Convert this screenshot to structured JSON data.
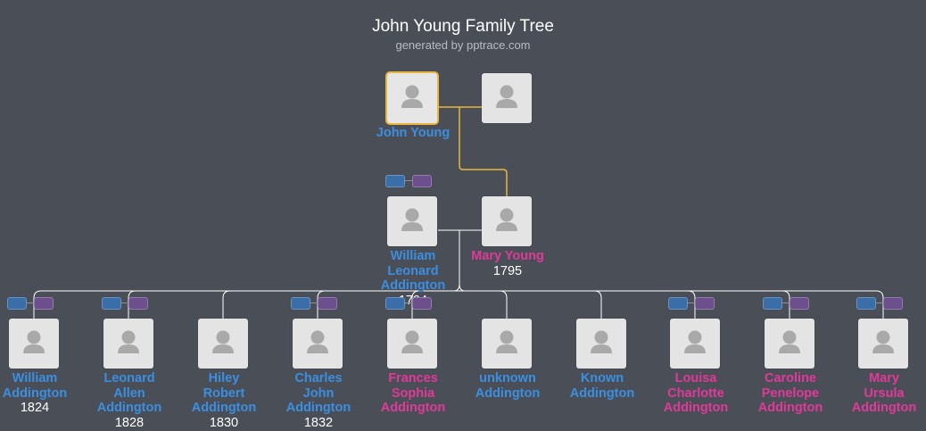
{
  "header": {
    "title": "John Young Family Tree",
    "subtitle": "generated by pptrace.com"
  },
  "colors": {
    "background": "#4a4f57",
    "male": "#3b8ee0",
    "female": "#e0399a",
    "highlight_line": "#e8b53f",
    "line": "#ffffff"
  },
  "people": [
    {
      "id": "john-young",
      "name": "John Young",
      "gender": "male",
      "year": "",
      "generation": 0,
      "selected": true,
      "badges": false
    },
    {
      "id": "john-young-spouse",
      "name": "",
      "gender": "unknown",
      "year": "",
      "generation": 0,
      "selected": false,
      "badges": false
    },
    {
      "id": "william-leonard-addington",
      "name": "William\nLeonard\nAddington",
      "gender": "male",
      "year": "1794",
      "generation": 1,
      "selected": false,
      "badges": true
    },
    {
      "id": "mary-young",
      "name": "Mary Young",
      "gender": "female",
      "year": "1795",
      "generation": 1,
      "selected": false,
      "badges": false
    },
    {
      "id": "william-addington",
      "name": "William\nAddington",
      "gender": "male",
      "year": "1824",
      "generation": 2,
      "selected": false,
      "badges": true
    },
    {
      "id": "leonard-allen-addington",
      "name": "Leonard\nAllen\nAddington",
      "gender": "male",
      "year": "1828",
      "generation": 2,
      "selected": false,
      "badges": true
    },
    {
      "id": "hiley-robert-addington",
      "name": "Hiley\nRobert\nAddington",
      "gender": "male",
      "year": "1830",
      "generation": 2,
      "selected": false,
      "badges": false
    },
    {
      "id": "charles-john-addington",
      "name": "Charles\nJohn\nAddington",
      "gender": "male",
      "year": "1832",
      "generation": 2,
      "selected": false,
      "badges": true
    },
    {
      "id": "frances-sophia-addington",
      "name": "Frances\nSophia\nAddington",
      "gender": "female",
      "year": "",
      "generation": 2,
      "selected": false,
      "badges": true
    },
    {
      "id": "unknown-addington",
      "name": "unknown\nAddington",
      "gender": "male",
      "year": "",
      "generation": 2,
      "selected": false,
      "badges": false
    },
    {
      "id": "known-addington",
      "name": "Known\nAddington",
      "gender": "male",
      "year": "",
      "generation": 2,
      "selected": false,
      "badges": false
    },
    {
      "id": "louisa-charlotte-addington",
      "name": "Louisa\nCharlotte\nAddington",
      "gender": "female",
      "year": "",
      "generation": 2,
      "selected": false,
      "badges": true
    },
    {
      "id": "caroline-penelope-addington",
      "name": "Caroline\nPenelope\nAddington",
      "gender": "female",
      "year": "",
      "generation": 2,
      "selected": false,
      "badges": true
    },
    {
      "id": "mary-ursula-addington",
      "name": "Mary\nUrsula\nAddington",
      "gender": "female",
      "year": "",
      "generation": 2,
      "selected": false,
      "badges": true
    }
  ]
}
